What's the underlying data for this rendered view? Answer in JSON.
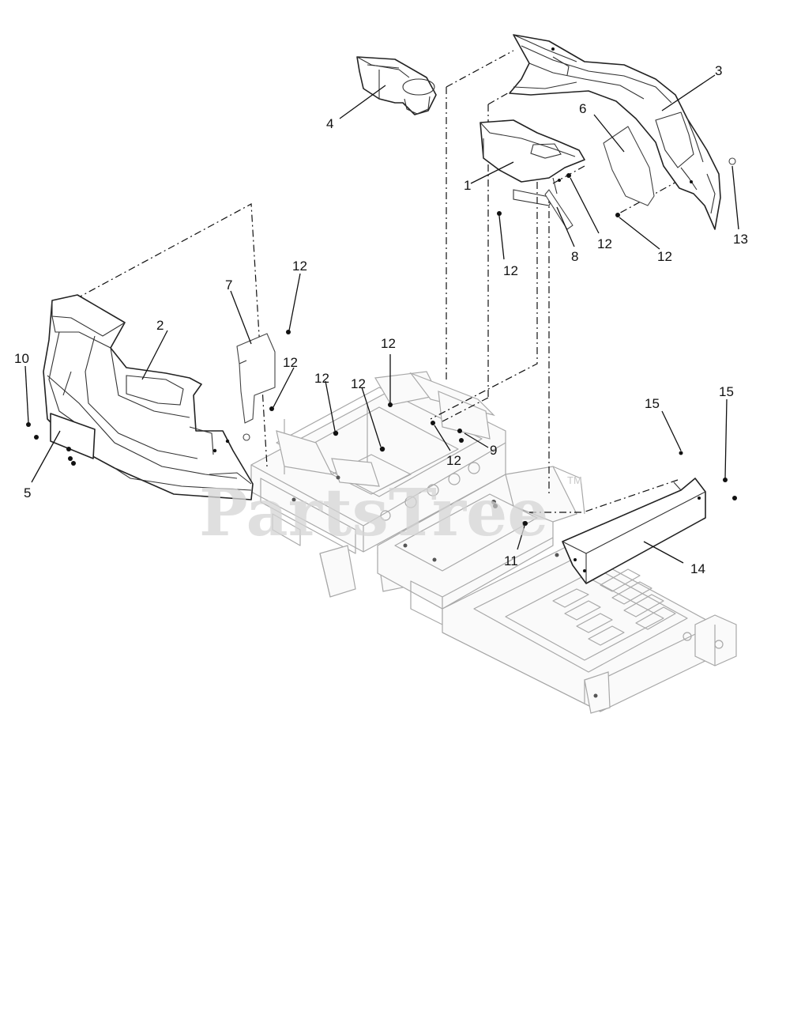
{
  "watermark": {
    "text": "PartsTree",
    "tm": "TM"
  },
  "callouts": {
    "c1": "1",
    "c2": "2",
    "c3": "3",
    "c4": "4",
    "c5": "5",
    "c6": "6",
    "c7": "7",
    "c8": "8",
    "c9": "9",
    "c10": "10",
    "c11": "11",
    "c12a": "12",
    "c12b": "12",
    "c12c": "12",
    "c12d": "12",
    "c12e": "12",
    "c12f": "12",
    "c12g": "12",
    "c12h": "12",
    "c12i": "12",
    "c13": "13",
    "c14": "14",
    "c15a": "15",
    "c15b": "15"
  },
  "colors": {
    "line": "#222222",
    "frame": "#a8a8a8",
    "watermark": "#d4d4d4"
  }
}
